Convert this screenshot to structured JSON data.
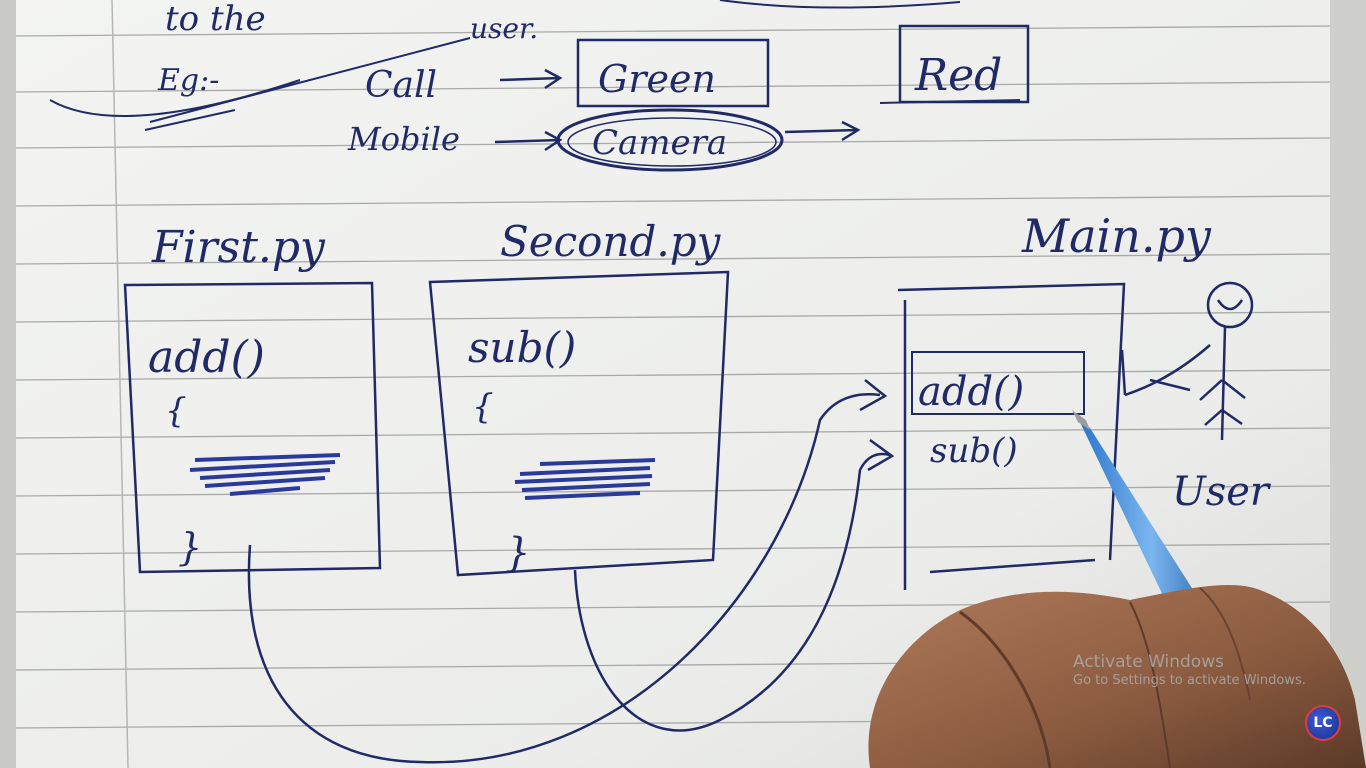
{
  "notebook": {
    "top": {
      "line1_a": "to the",
      "line1_b": "user.",
      "eg_label": "Eg:-",
      "call_label": "Call",
      "green_box": "Green",
      "red_box": "Red",
      "mobile_label": "Mobile",
      "camera_label": "Camera"
    },
    "modules": [
      {
        "title": "First.py",
        "func": "add()",
        "brace_open": "{",
        "brace_close": "}"
      },
      {
        "title": "Second.py",
        "func": "sub()",
        "brace_open": "{",
        "brace_close": "}"
      },
      {
        "title": "Main.py",
        "func_a": "add()",
        "func_b": "sub()"
      }
    ],
    "user_label": "User"
  },
  "watermark": {
    "title": "Activate Windows",
    "subtitle": "Go to Settings to activate Windows."
  },
  "logo": {
    "text": "LC"
  }
}
